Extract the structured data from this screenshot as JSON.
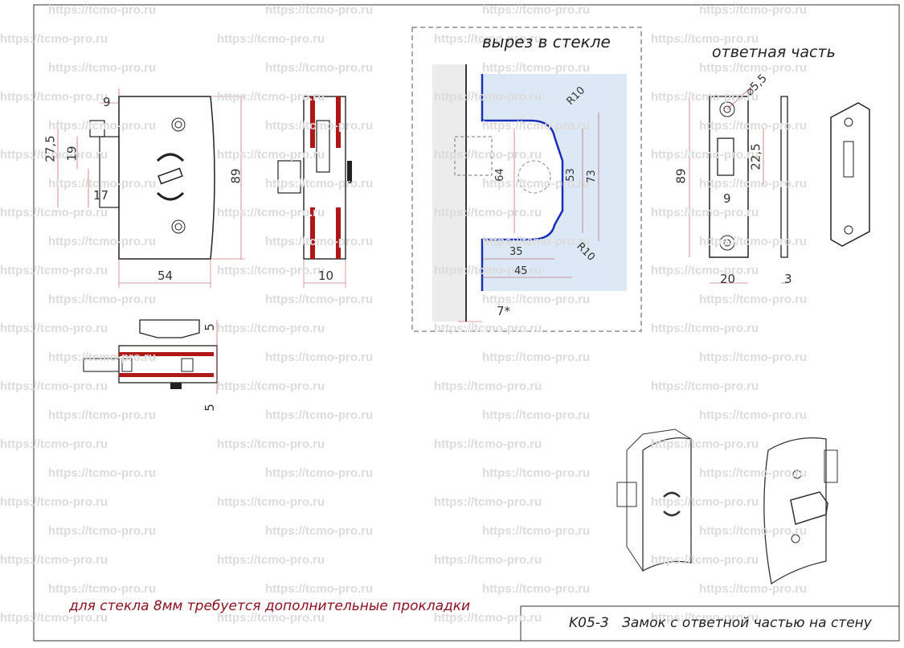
{
  "watermark": "https://tcmo-pro.ru",
  "labels": {
    "glass_cutout": "вырез в стекле",
    "strike_part": "ответная часть",
    "note": "для стекла 8мм требуется дополнительные прокладки",
    "title_code": "K05-3",
    "title_name": "Замок с ответной частью на стену"
  },
  "dimensions": {
    "front": {
      "d9": "9",
      "d27_5": "27,5",
      "d19": "19",
      "d17": "17",
      "d89": "89",
      "d54": "54"
    },
    "side": {
      "d10": "10"
    },
    "top": {
      "d5a": "5",
      "d5b": "5"
    },
    "cutout": {
      "r10a": "R10",
      "r10b": "R10",
      "d64": "64",
      "d53": "53",
      "d73": "73",
      "d35": "35",
      "d45": "45",
      "d7": "7*"
    },
    "strike": {
      "hole": "⌀5,5",
      "d89": "89",
      "d22_5": "22,5",
      "d9": "9",
      "d20": "20",
      "d3": "3"
    }
  },
  "colors": {
    "line": "#222222",
    "red": "#b01818",
    "blue": "#1a2fb8",
    "hatch": "#7fa6d8",
    "dim": "#b04040",
    "watermark": "#dcdcdc"
  }
}
